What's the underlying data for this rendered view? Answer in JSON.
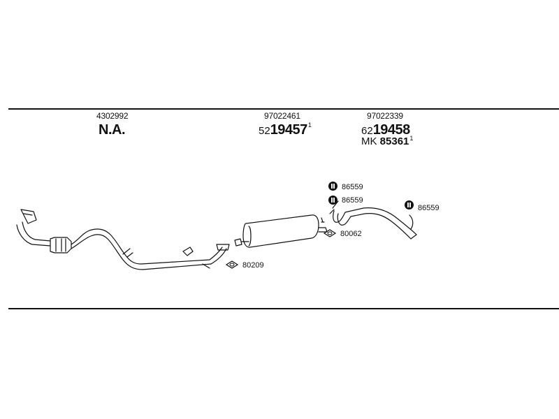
{
  "columns": [
    {
      "ref": "4302992",
      "main": "N.A."
    },
    {
      "ref": "97022461",
      "main_prefix": "52",
      "main_bold": "19457",
      "main_sup": "1"
    },
    {
      "ref": "97022339",
      "main_prefix": "62",
      "main_bold": "19458",
      "alt_prefix": "MK ",
      "alt_number": "85361",
      "alt_sup": "1"
    }
  ],
  "accessories": {
    "clamp_a": "86559",
    "clamp_b": "86559",
    "clamp_c": "86559",
    "gasket_a": "80062",
    "gasket_b": "80209"
  },
  "icons": [
    "clamp-badge-icon",
    "gasket-ring-icon"
  ],
  "colors": {
    "line": "#111111",
    "background": "#ffffff"
  }
}
